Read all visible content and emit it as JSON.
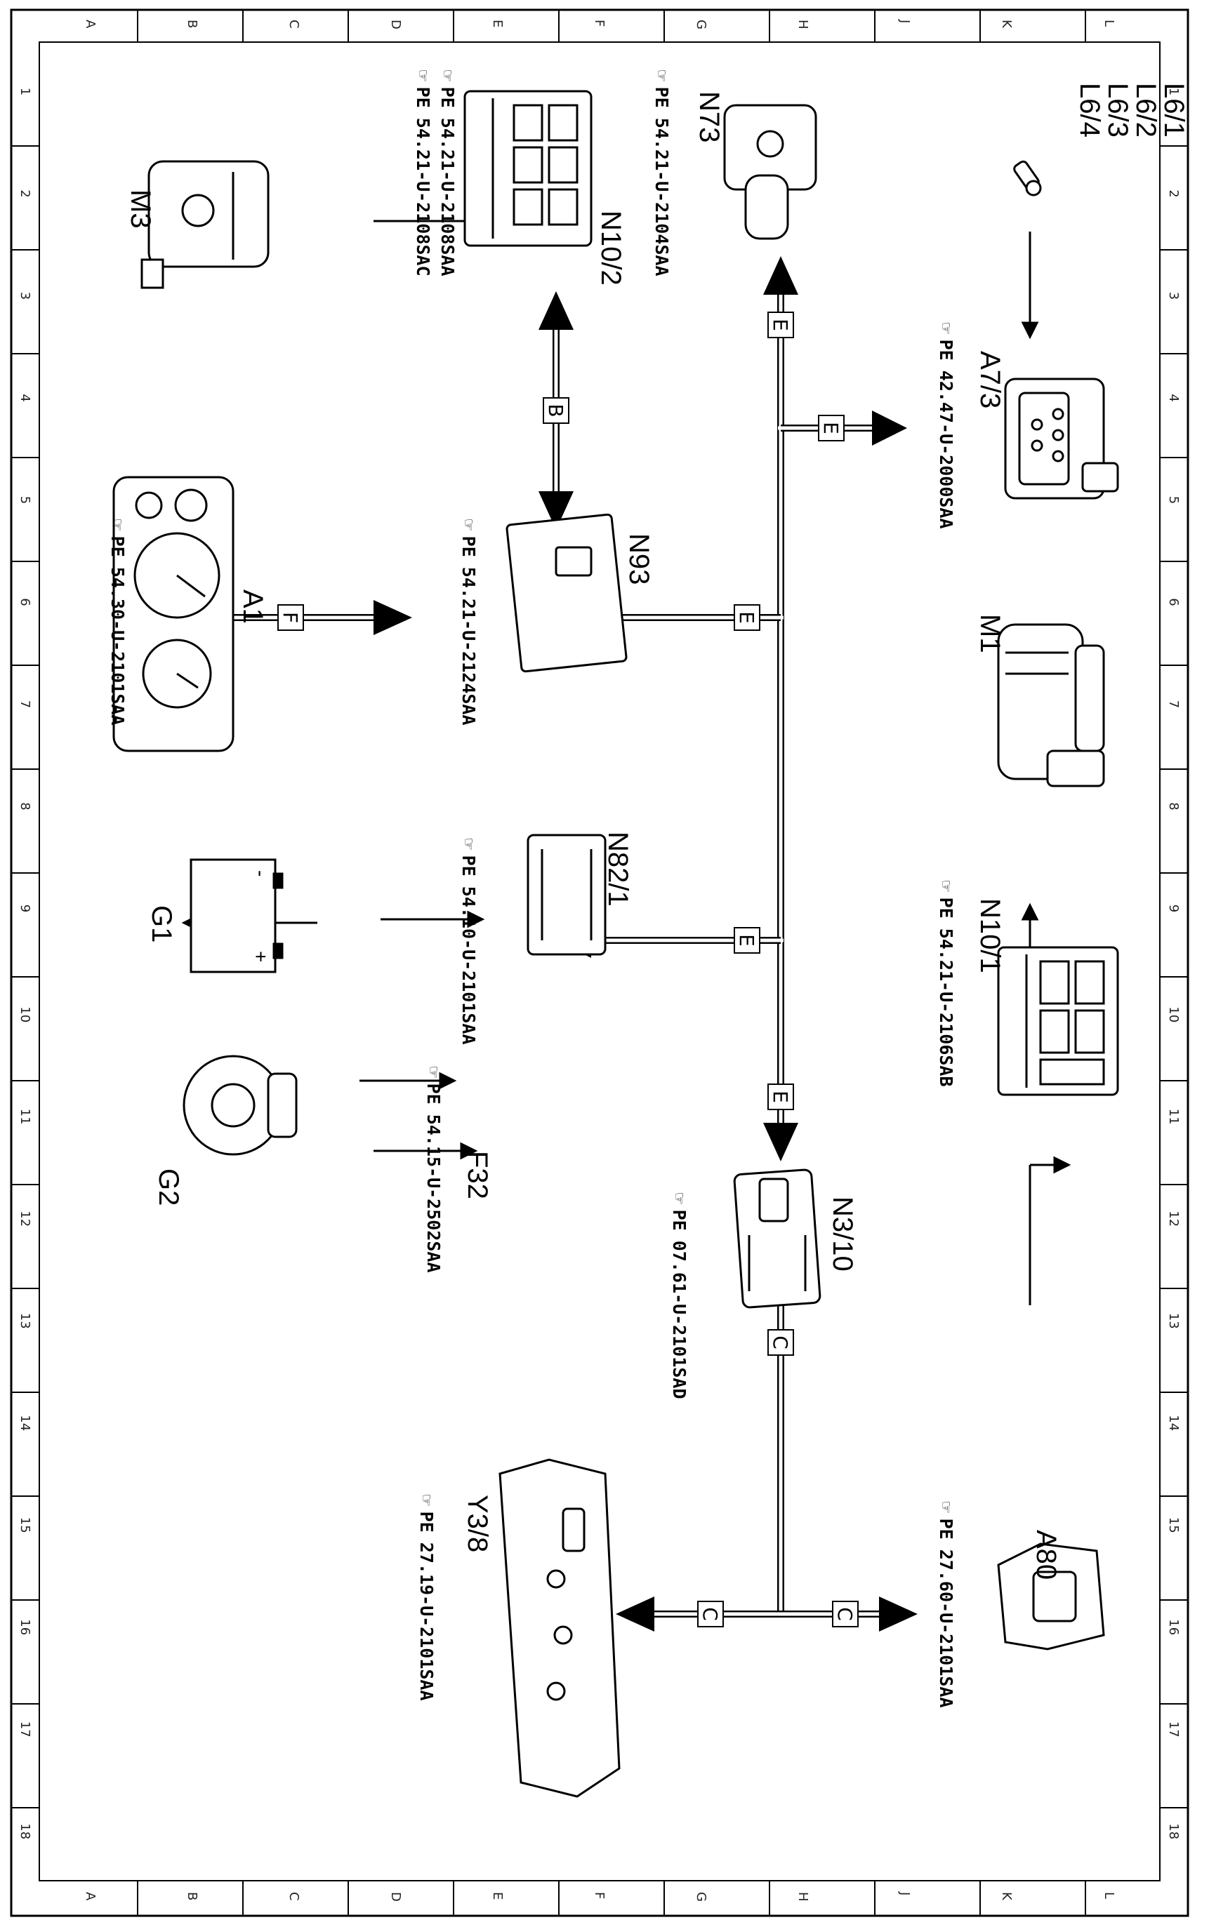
{
  "components": [
    {
      "id": "L6_group",
      "labels": [
        "L6/1",
        "L6/2",
        "L6/3",
        "L6/4"
      ]
    },
    {
      "id": "A7/3",
      "label": "A7/3",
      "ref": "42.47-U-2000SAA"
    },
    {
      "id": "M1",
      "label": "M1"
    },
    {
      "id": "N10/1",
      "label": "N10/1",
      "ref": "54.21-U-2106SAB"
    },
    {
      "id": "N3/10",
      "label": "N3/10",
      "ref": "07.61-U-2101SAD"
    },
    {
      "id": "A80",
      "label": "A80",
      "ref": "27.60-U-2101SAA"
    },
    {
      "id": "N73",
      "label": "N73",
      "ref": "54.21-U-2104SAA"
    },
    {
      "id": "N93",
      "label": "N93",
      "ref": "54.21-U-2124SAA"
    },
    {
      "id": "N82/1",
      "label": "N82/1",
      "ref": "54.10-U-2101SAA"
    },
    {
      "id": "F32",
      "label": "F32",
      "ref": "54.15-U-2502SAA"
    },
    {
      "id": "Y3/8",
      "label": "Y3/8",
      "ref": "27.19-U-2101SAA"
    },
    {
      "id": "N10/2",
      "label": "N10/2",
      "refs": [
        "54.21-U-2108SAA",
        "54.21-U-2108SAC"
      ]
    },
    {
      "id": "M3",
      "label": "M3"
    },
    {
      "id": "A1",
      "label": "A1",
      "ref": "54.30-U-2101SAA"
    },
    {
      "id": "G1",
      "label": "G1",
      "terminals": [
        "-",
        "+"
      ]
    },
    {
      "id": "G2",
      "label": "G2"
    }
  ],
  "ref_prefix": "PE",
  "bus_labels": {
    "e1": "E",
    "e2": "E",
    "e3": "E",
    "e4": "E",
    "e5": "E",
    "b": "B",
    "f": "F",
    "c1": "C",
    "c2": "C",
    "c3": "C"
  },
  "grid": {
    "rows": [
      "A",
      "B",
      "C",
      "D",
      "E",
      "F",
      "G",
      "H",
      "J",
      "K",
      "L"
    ],
    "cols": [
      "1",
      "2",
      "3",
      "4",
      "5",
      "6",
      "7",
      "8",
      "9",
      "10",
      "11",
      "12",
      "13",
      "14",
      "15",
      "16",
      "17",
      "18"
    ]
  }
}
